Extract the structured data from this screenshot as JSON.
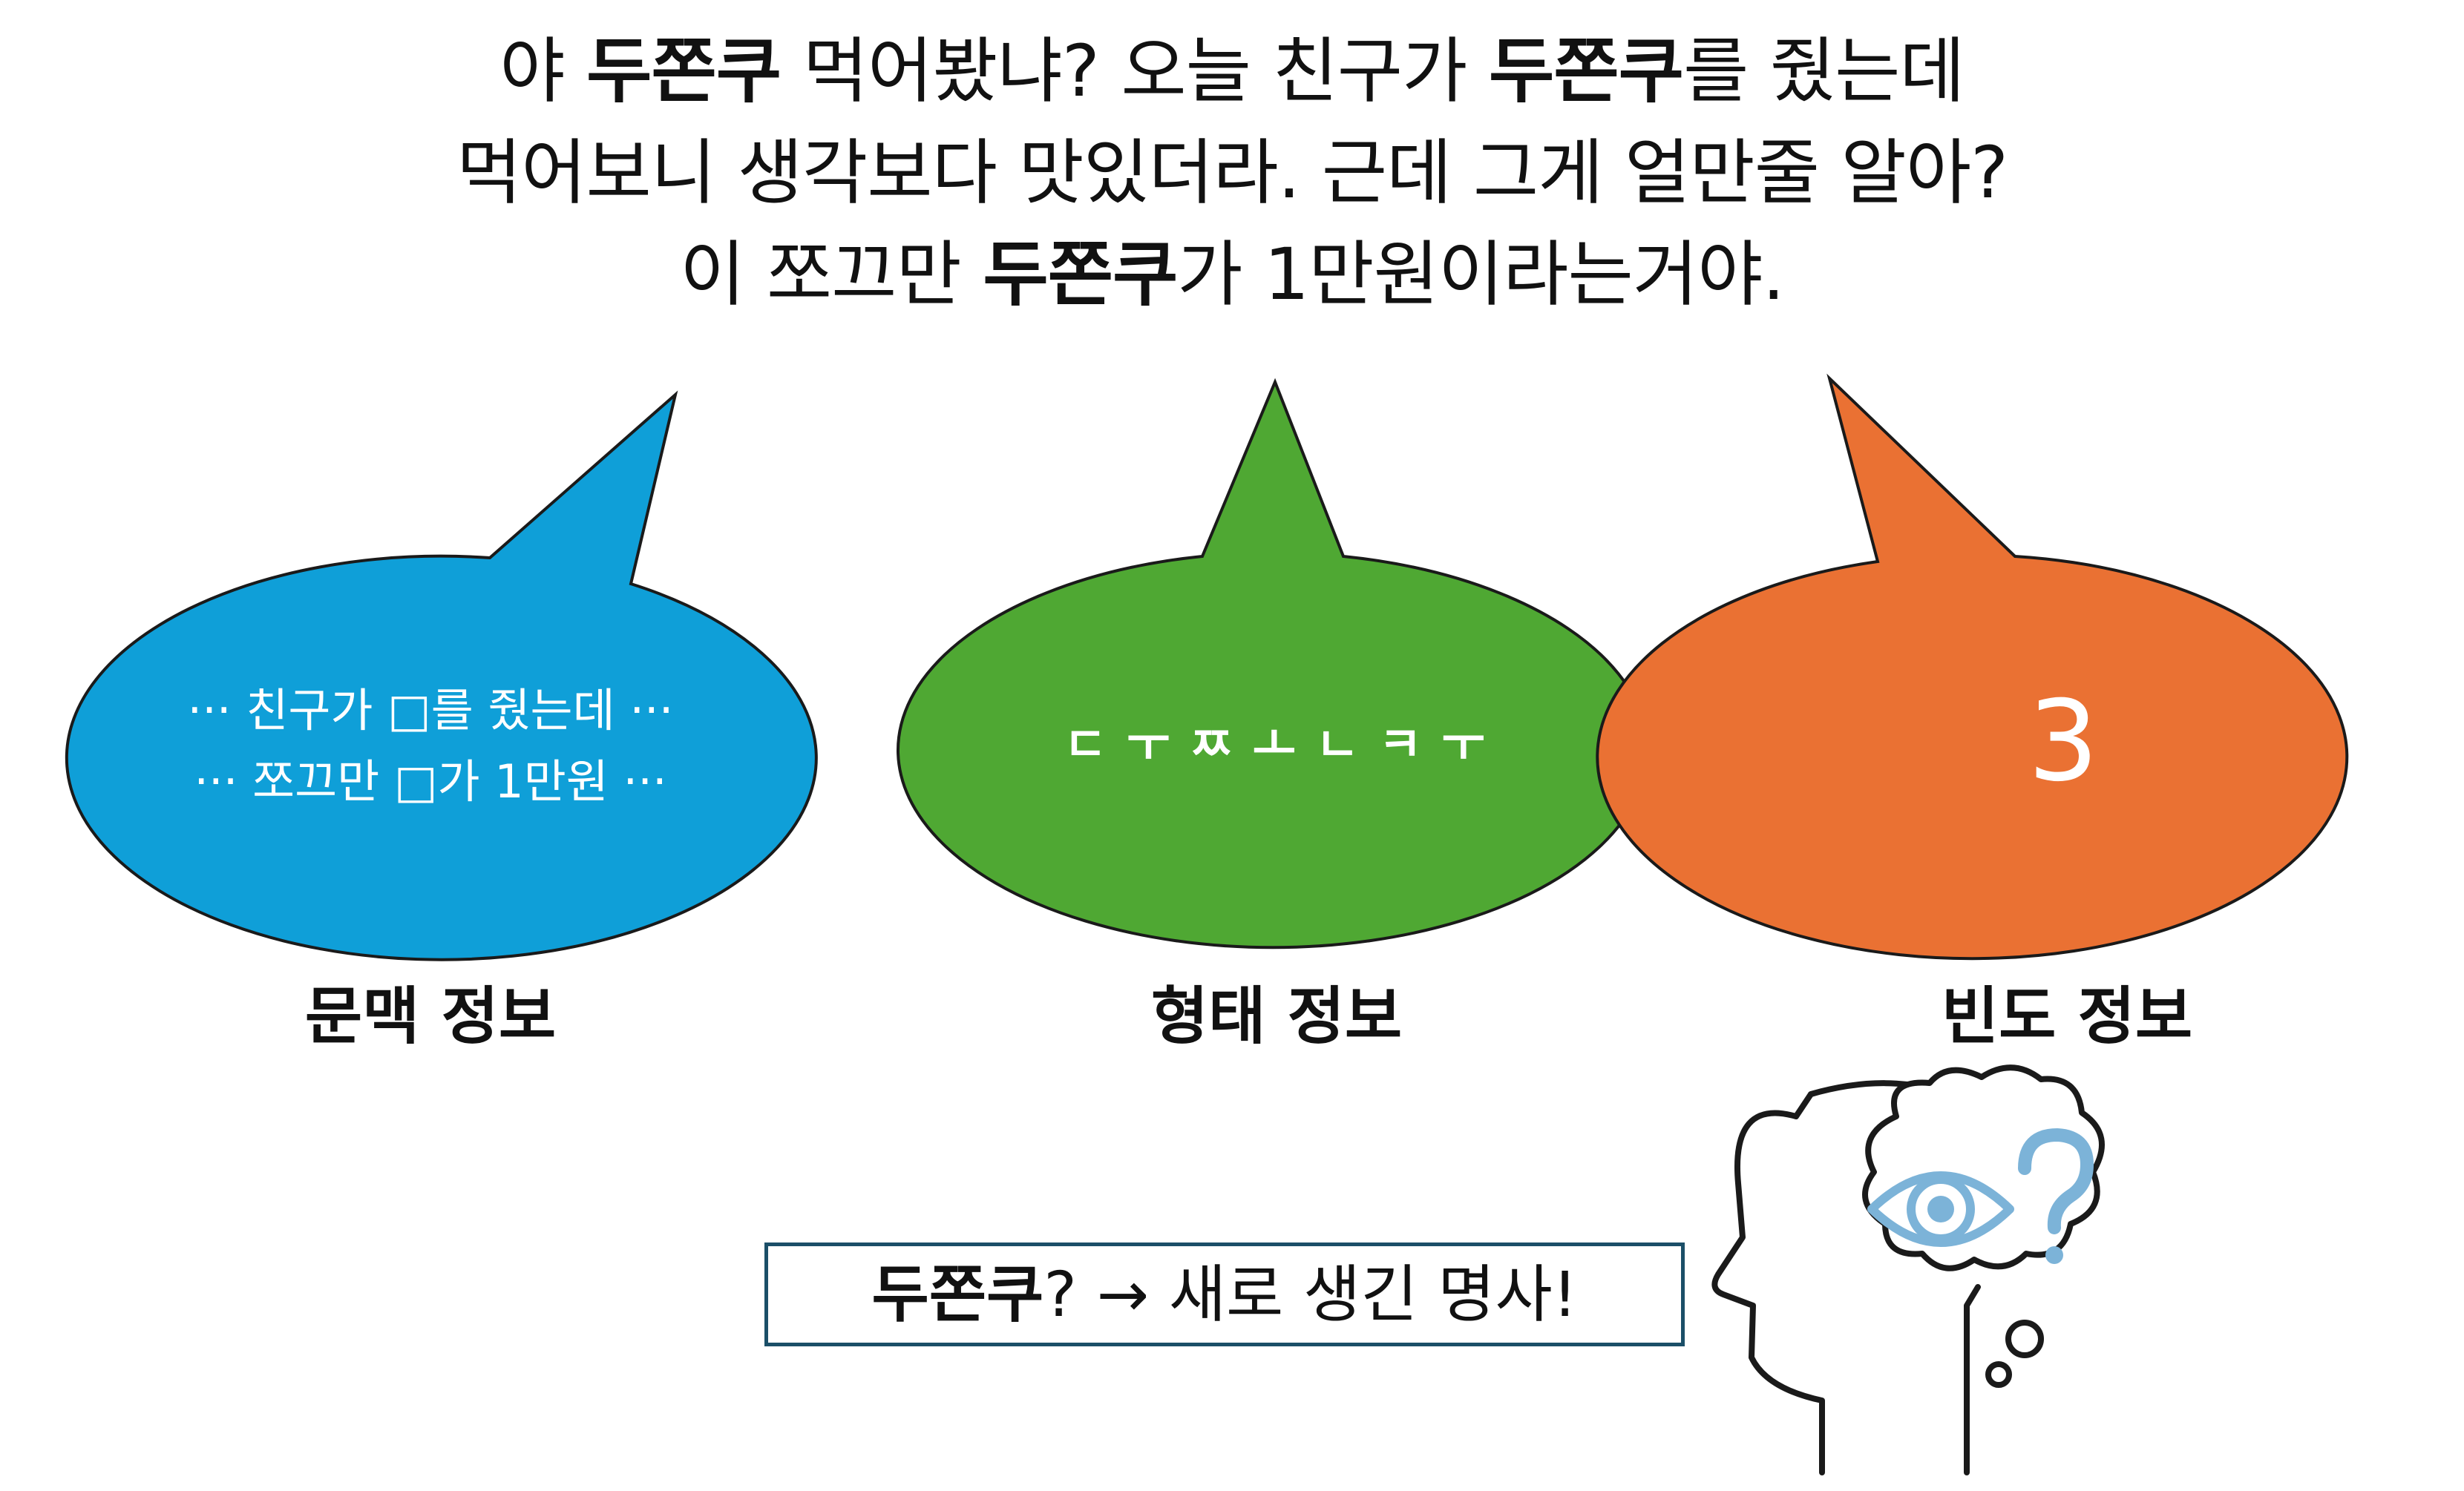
{
  "intro": {
    "line1": {
      "p1": "야 ",
      "b1": "두쫀쿠",
      "p2": " 먹어봤냐?  오늘 친구가 ",
      "b2": "두쫀쿠",
      "p3": "를 줬는데"
    },
    "line2": "먹어보니 생각보다 맛있더라. 근데 그게 얼만줄 알아?",
    "line3": {
      "p1": "이 쪼끄만 ",
      "b1": "두쫀쿠",
      "p2": "가 1만원이라는거야."
    }
  },
  "bubbles": [
    {
      "id": "context",
      "color": "#0f9fd8",
      "lines": [
        "··· 친구가 □를 줬는데 ···",
        "··· 쪼끄만 □가 1만원 ···"
      ],
      "caption": "문맥 정보"
    },
    {
      "id": "form",
      "color": "#4fa833",
      "text": "ㄷㅜㅉㅗㄴㅋㅜ",
      "caption": "형태 정보"
    },
    {
      "id": "frequency",
      "color": "#ea7133",
      "text": "3",
      "caption": "빈도 정보"
    }
  ],
  "conclusion": {
    "bold": "두쫀쿠",
    "rest": "? → 새로 생긴 명사!"
  },
  "icons": {
    "thinking_head": "head-thinking-icon",
    "eye": "eye-icon",
    "question": "question-mark-icon",
    "line_color": "#1a1a1a",
    "accent_color": "#7cb3d8"
  }
}
